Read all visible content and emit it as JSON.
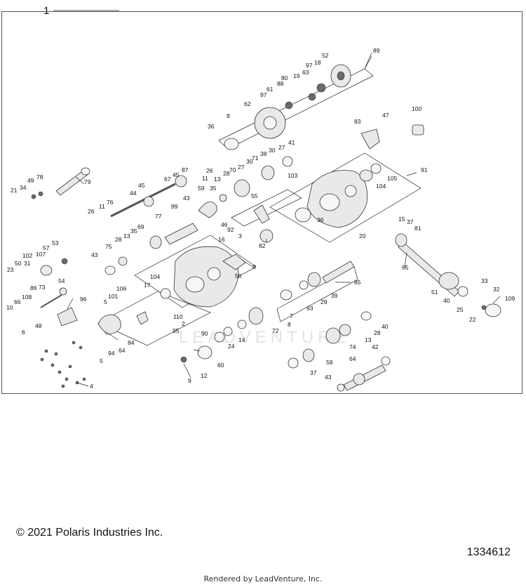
{
  "diagram": {
    "main_callout": "1",
    "watermark": "LEADVENTURE",
    "callouts": [
      "89",
      "52",
      "18",
      "63",
      "97",
      "19",
      "80",
      "88",
      "61",
      "97",
      "62",
      "9",
      "36",
      "100",
      "47",
      "83",
      "26",
      "11",
      "87",
      "45",
      "67",
      "45",
      "44",
      "76",
      "26",
      "11",
      "79",
      "78",
      "49",
      "34",
      "21",
      "43",
      "99",
      "77",
      "59",
      "35",
      "13",
      "28",
      "70",
      "27",
      "30",
      "71",
      "38",
      "30",
      "27",
      "41",
      "103",
      "91",
      "105",
      "104",
      "55",
      "46",
      "92",
      "3",
      "36",
      "20",
      "15",
      "37",
      "81",
      "65",
      "75",
      "28",
      "13",
      "35",
      "69",
      "43",
      "16",
      "8",
      "56",
      "102",
      "107",
      "57",
      "53",
      "50",
      "31",
      "23",
      "54",
      "96",
      "86",
      "73",
      "66",
      "108",
      "10",
      "48",
      "6",
      "106",
      "101",
      "5",
      "17",
      "104",
      "110",
      "2",
      "90",
      "82",
      "85",
      "39",
      "29",
      "93",
      "7",
      "8",
      "72",
      "14",
      "24",
      "40",
      "28",
      "13",
      "74",
      "58",
      "37",
      "64",
      "42",
      "43",
      "51",
      "33",
      "32",
      "109",
      "40",
      "25",
      "22",
      "95",
      "84",
      "94",
      "64",
      "5",
      "4",
      "60",
      "12",
      "9"
    ],
    "copyright": "© 2021 Polaris Industries Inc.",
    "drawing_number": "1334612",
    "rendered_by": "Rendered by LeadVenture, Inc."
  }
}
